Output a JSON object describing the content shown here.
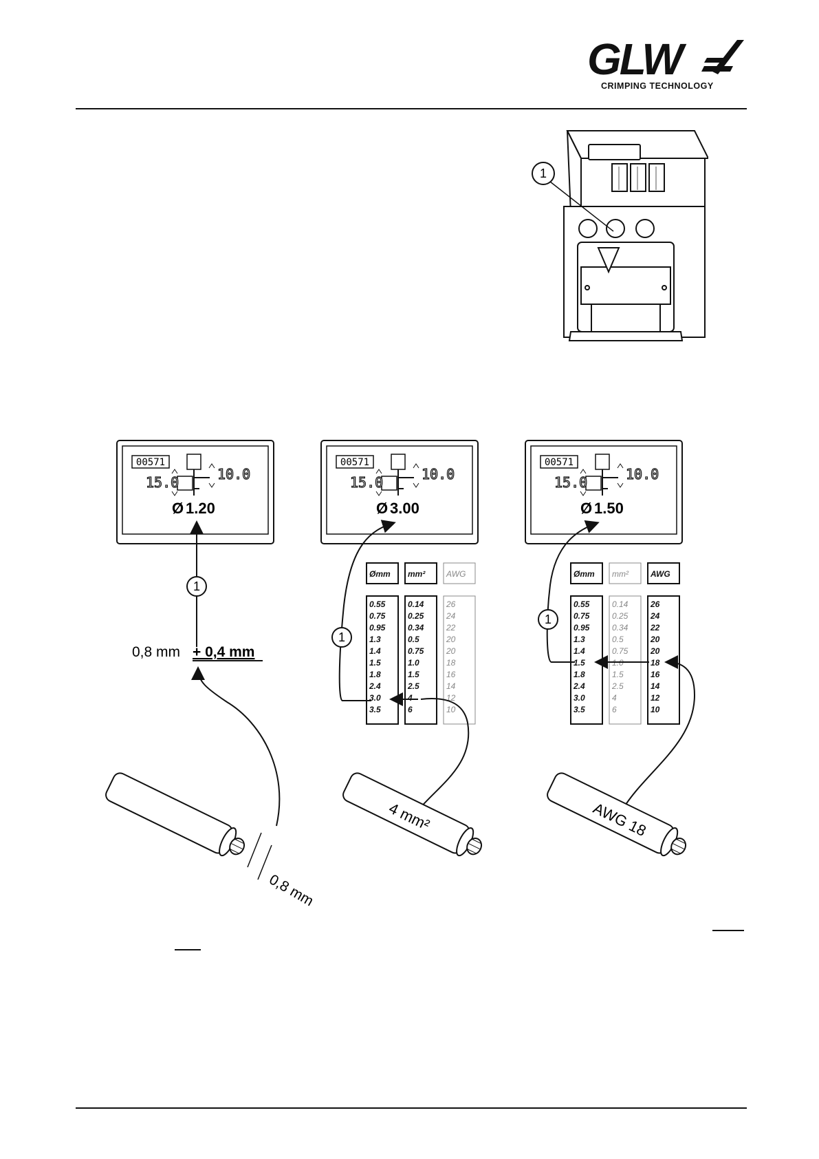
{
  "header": {
    "logo_text": "GLW",
    "logo_subtitle": "CRIMPING TECHNOLOGY"
  },
  "machine_callout": "1",
  "panels": [
    {
      "counter": "00571",
      "left_value": "15.0",
      "right_value": "10.0",
      "diameter_symbol": "Ø",
      "diameter": "1.20",
      "callout": "1",
      "formula_base": "0,8 mm",
      "formula_add": "+ 0,4 mm",
      "wire_label": "0,8 mm"
    },
    {
      "counter": "00571",
      "left_value": "15.0",
      "right_value": "10.0",
      "diameter_symbol": "Ø",
      "diameter": "3.00",
      "callout": "1",
      "wire_label": "4 mm²",
      "table": {
        "headers": [
          "Ømm",
          "mm²",
          "AWG"
        ],
        "active": [
          true,
          true,
          false
        ],
        "col_mm": [
          "0.55",
          "0.75",
          "0.95",
          "1.3",
          "1.4",
          "1.5",
          "1.8",
          "2.4",
          "3.0",
          "3.5"
        ],
        "col_mm2": [
          "0.14",
          "0.25",
          "0.34",
          "0.5",
          "0.75",
          "1.0",
          "1.5",
          "2.5",
          "4",
          "6"
        ],
        "col_awg": [
          "26",
          "24",
          "22",
          "20",
          "20",
          "18",
          "16",
          "14",
          "12",
          "10"
        ]
      }
    },
    {
      "counter": "00571",
      "left_value": "15.0",
      "right_value": "10.0",
      "diameter_symbol": "Ø",
      "diameter": "1.50",
      "callout": "1",
      "wire_label": "AWG 18",
      "table": {
        "headers": [
          "Ømm",
          "mm²",
          "AWG"
        ],
        "active": [
          true,
          false,
          true
        ],
        "col_mm": [
          "0.55",
          "0.75",
          "0.95",
          "1.3",
          "1.4",
          "1.5",
          "1.8",
          "2.4",
          "3.0",
          "3.5"
        ],
        "col_mm2": [
          "0.14",
          "0.25",
          "0.34",
          "0.5",
          "0.75",
          "1.0",
          "1.5",
          "2.5",
          "4",
          "6"
        ],
        "col_awg": [
          "26",
          "24",
          "22",
          "20",
          "20",
          "18",
          "16",
          "14",
          "12",
          "10"
        ]
      }
    }
  ]
}
